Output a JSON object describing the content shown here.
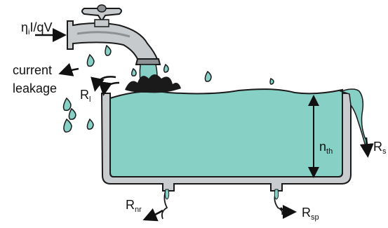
{
  "colors": {
    "water": "#86D0C6",
    "water_stroke": "#1a1a1a",
    "tub_outer": "#c9ccce",
    "tub_inner": "#a3a7aa",
    "faucet": "#c7cacc",
    "faucet_dark": "#8d9193",
    "ink": "#111111"
  },
  "labels": {
    "pump": {
      "pre": "η",
      "sub": "i",
      "post": "I/qV"
    },
    "current_leakage": {
      "line1": "current",
      "line2": "leakage"
    },
    "r_l": {
      "main": "R",
      "sub": "l"
    },
    "n_th": {
      "main": "n",
      "sub": "th"
    },
    "r_s": {
      "main": "R",
      "sub": "s"
    },
    "r_nr": {
      "main": "R",
      "sub": "nr"
    },
    "r_sp": {
      "main": "R",
      "sub": "sp"
    }
  },
  "icons": [
    "faucet-icon",
    "water-drop-icon",
    "bathtub-icon"
  ]
}
